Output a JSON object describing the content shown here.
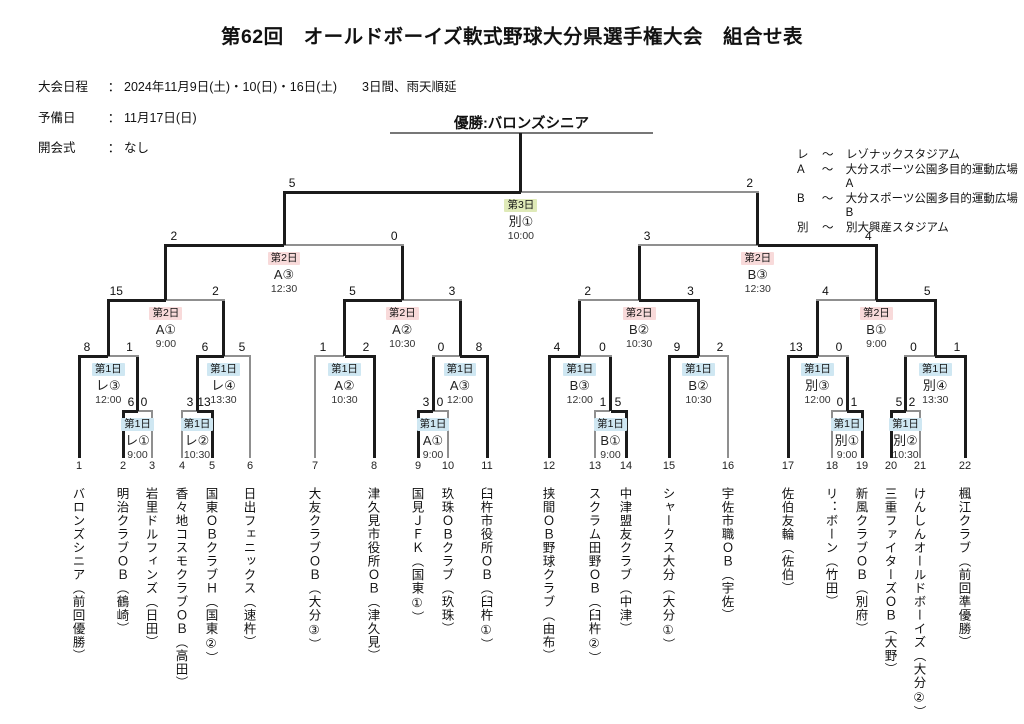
{
  "page": {
    "title": "第62回　オールドボーイズ軟式野球大分県選手権大会　組合せ表"
  },
  "info": {
    "rows": [
      {
        "label": "大会日程",
        "colon": "：",
        "value": "2024年11月9日(土)・10(日)・16日(土)　　3日間、雨天順延"
      },
      {
        "label": "予備日",
        "colon": "：",
        "value": "11月17日(日)"
      },
      {
        "label": "開会式",
        "colon": "：",
        "value": "なし"
      }
    ]
  },
  "champion": {
    "label": "優勝:バロンズシニア"
  },
  "legend": {
    "items": [
      {
        "code": "レ",
        "tilde": "～",
        "name": "レゾナックスタジアム"
      },
      {
        "code": "A",
        "tilde": "～",
        "name": "大分スポーツ公園多目的運動広場A"
      },
      {
        "code": "B",
        "tilde": "～",
        "name": "大分スポーツ公園多目的運動広場B"
      },
      {
        "code": "別",
        "tilde": "～",
        "name": "別大興産スタジアム"
      }
    ]
  },
  "teams": [
    {
      "num": "1",
      "name": "バロンズシニア（前回優勝）"
    },
    {
      "num": "2",
      "name": "明治クラブＯＢ（鶴崎）"
    },
    {
      "num": "3",
      "name": "岩里ドルフィンズ（日田）"
    },
    {
      "num": "4",
      "name": "香々地コスモクラブＯＢ（高田）"
    },
    {
      "num": "5",
      "name": "国東ＯＢクラブＨ（国東②）"
    },
    {
      "num": "6",
      "name": "日出フェニックス（速杵）"
    },
    {
      "num": "7",
      "name": "大友クラブＯＢ（大分③）"
    },
    {
      "num": "8",
      "name": "津久見市役所ＯＢ（津久見）"
    },
    {
      "num": "9",
      "name": "国見ＪＦＫ（国東①）"
    },
    {
      "num": "10",
      "name": "玖珠ＯＢクラブ（玖珠）"
    },
    {
      "num": "11",
      "name": "臼杵市役所ＯＢ（臼杵①）"
    },
    {
      "num": "12",
      "name": "挟間ＯＢ野球クラブ（由布）"
    },
    {
      "num": "13",
      "name": "スクラム田野ＯＢ（臼杵②）"
    },
    {
      "num": "14",
      "name": "中津盟友クラブ（中津）"
    },
    {
      "num": "15",
      "name": "シャークス大分（大分①）"
    },
    {
      "num": "16",
      "name": "宇佐市職ＯＢ（宇佐）"
    },
    {
      "num": "17",
      "name": "佐伯友輪（佐伯）"
    },
    {
      "num": "18",
      "name": "リ：ボーン（竹田）"
    },
    {
      "num": "19",
      "name": "新風クラブＯＢ（別府）"
    },
    {
      "num": "20",
      "name": "三重ファイターズＯＢ（大野）"
    },
    {
      "num": "21",
      "name": "けんしんオールドボーイズ（大分②）"
    },
    {
      "num": "22",
      "name": "楓江クラブ（前回準優勝）"
    }
  ],
  "matches": {
    "re1": {
      "day": "第1日",
      "day_key": "day1",
      "code": "レ①",
      "time": "9:00",
      "score_left": "6",
      "score_right": "0",
      "winner": "left"
    },
    "re2": {
      "day": "第1日",
      "day_key": "day1",
      "code": "レ②",
      "time": "10:30",
      "score_left": "3",
      "score_right": "13",
      "winner": "right"
    },
    "re3": {
      "day": "第1日",
      "day_key": "day1",
      "code": "レ③",
      "time": "12:00",
      "score_left": "8",
      "score_right": "1",
      "winner": "left"
    },
    "re4": {
      "day": "第1日",
      "day_key": "day1",
      "code": "レ④",
      "time": "13:30",
      "score_left": "6",
      "score_right": "5",
      "winner": "left"
    },
    "a1d1": {
      "day": "第1日",
      "day_key": "day1",
      "code": "A①",
      "time": "9:00",
      "score_left": "3",
      "score_right": "0",
      "winner": "left"
    },
    "a2d1": {
      "day": "第1日",
      "day_key": "day1",
      "code": "A②",
      "time": "10:30",
      "score_left": "1",
      "score_right": "2",
      "winner": "right"
    },
    "a3d1": {
      "day": "第1日",
      "day_key": "day1",
      "code": "A③",
      "time": "12:00",
      "score_left": "0",
      "score_right": "8",
      "winner": "right"
    },
    "b1d1": {
      "day": "第1日",
      "day_key": "day1",
      "code": "B①",
      "time": "9:00",
      "score_left": "1",
      "score_right": "5",
      "winner": "right"
    },
    "b2d1": {
      "day": "第1日",
      "day_key": "day1",
      "code": "B②",
      "time": "10:30",
      "score_left": "9",
      "score_right": "2",
      "winner": "left"
    },
    "b3d1": {
      "day": "第1日",
      "day_key": "day1",
      "code": "B③",
      "time": "12:00",
      "score_left": "4",
      "score_right": "0",
      "winner": "left"
    },
    "be1": {
      "day": "第1日",
      "day_key": "day1",
      "code": "別①",
      "time": "9:00",
      "score_left": "0",
      "score_right": "1",
      "winner": "right"
    },
    "be2": {
      "day": "第1日",
      "day_key": "day1",
      "code": "別②",
      "time": "10:30",
      "score_left": "5",
      "score_right": "2",
      "winner": "left"
    },
    "be3": {
      "day": "第1日",
      "day_key": "day1",
      "code": "別③",
      "time": "12:00",
      "score_left": "13",
      "score_right": "0",
      "winner": "left"
    },
    "be4": {
      "day": "第1日",
      "day_key": "day1",
      "code": "別④",
      "time": "13:30",
      "score_left": "0",
      "score_right": "1",
      "winner": "right"
    },
    "a1d2": {
      "day": "第2日",
      "day_key": "day2",
      "code": "A①",
      "time": "9:00",
      "score_left": "15",
      "score_right": "2",
      "winner": "left"
    },
    "a2d2": {
      "day": "第2日",
      "day_key": "day2",
      "code": "A②",
      "time": "10:30",
      "score_left": "5",
      "score_right": "3",
      "winner": "left"
    },
    "b2d2": {
      "day": "第2日",
      "day_key": "day2",
      "code": "B②",
      "time": "10:30",
      "score_left": "2",
      "score_right": "3",
      "winner": "right"
    },
    "b1d2": {
      "day": "第2日",
      "day_key": "day2",
      "code": "B①",
      "time": "9:00",
      "score_left": "4",
      "score_right": "5",
      "winner": "right"
    },
    "a3d2": {
      "day": "第2日",
      "day_key": "day2",
      "code": "A③",
      "time": "12:30",
      "score_left": "2",
      "score_right": "0",
      "winner": "left"
    },
    "b3d2": {
      "day": "第2日",
      "day_key": "day2",
      "code": "B③",
      "time": "12:30",
      "score_left": "3",
      "score_right": "4",
      "winner": "right"
    },
    "final": {
      "day": "第3日",
      "day_key": "day3",
      "code": "別①",
      "time": "10:00",
      "score_left": "5",
      "score_right": "2",
      "winner": "left"
    }
  },
  "colors": {
    "winner_line": "#1b1b1b",
    "loser_line": "#8f8f8f",
    "underline": "#777777",
    "day1_bg": "#cfe7f2",
    "day2_bg": "#f8dada",
    "day3_bg": "#dfeab8"
  }
}
